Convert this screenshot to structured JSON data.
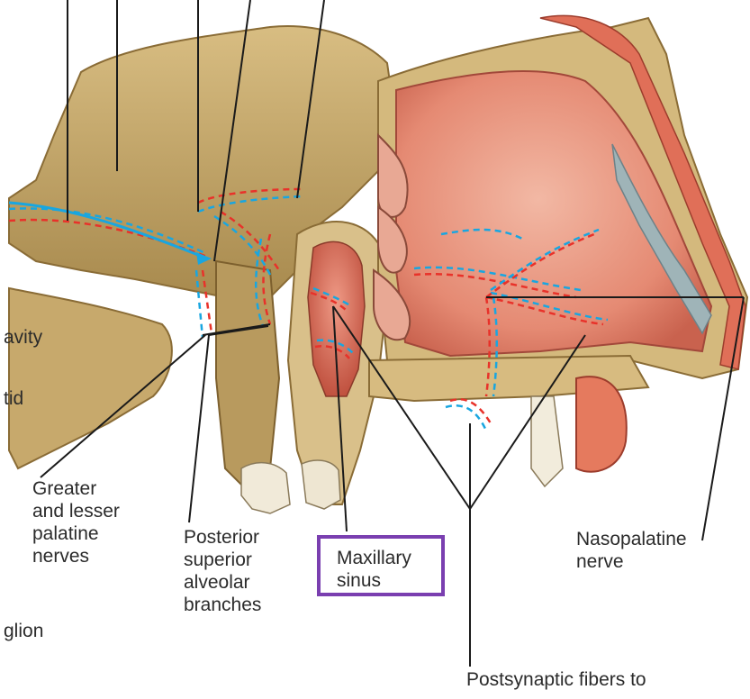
{
  "labels": {
    "cavity_partial": "avity",
    "parotid_partial": "tid",
    "greater_lesser_palatine": "Greater\nand lesser\npalatine\nnerves",
    "posterior_superior_alveolar": "Posterior\nsuperior\nalveolar\nbranches",
    "maxillary_sinus": "Maxillary\nsinus",
    "nasopalatine": "Nasopalatine\nnerve",
    "ganglion_partial": "glion",
    "postsynaptic_partial": "Postsynaptic fibers to"
  },
  "colors": {
    "highlight_box": "#7a3fb0",
    "nerve_red": "#e8322a",
    "nerve_blue": "#19a6e0",
    "bone": "#c9a96b",
    "mucosa": "#e48a72"
  }
}
